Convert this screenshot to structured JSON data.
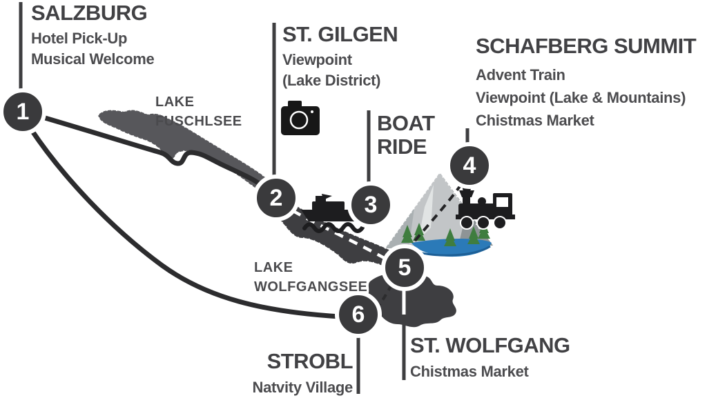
{
  "stops": [
    {
      "number": "1",
      "name": "SALZBURG",
      "details": [
        "Hotel Pick-Up",
        "Musical Welcome"
      ]
    },
    {
      "number": "2",
      "name": "ST. GILGEN",
      "details": [
        "Viewpoint",
        "(Lake District)"
      ]
    },
    {
      "number": "3",
      "name": "BOAT RIDE",
      "details": []
    },
    {
      "number": "4",
      "name": "SCHAFBERG SUMMIT",
      "details": [
        "Advent Train",
        "Viewpoint (Lake & Mountains)",
        "Chistmas Market"
      ]
    },
    {
      "number": "5",
      "name": "ST. WOLFGANG",
      "details": [
        "Chistmas Market"
      ]
    },
    {
      "number": "6",
      "name": "STROBL",
      "details": [
        "Natvity Village"
      ]
    }
  ],
  "lakes": [
    {
      "name": "LAKE FUSCHLSEE"
    },
    {
      "name": "LAKE WOLFGANGSEE"
    }
  ],
  "icons": {
    "camera": "camera-icon",
    "boat": "boat-icon",
    "train": "train-icon",
    "mountain": "mountain-icon"
  },
  "colors": {
    "charcoal": "#3a3a3c",
    "route": "#2c2c2e",
    "title_text": "#414144",
    "sub_text": "#4c4c4f",
    "lake_fill": "#57575b",
    "band_fill": "#3e3e41",
    "water_blue": "#2b7ab8",
    "tree_green": "#3f7d3f",
    "mountain_light": "#c2c5c7",
    "mountain_dark": "#8e9496"
  }
}
